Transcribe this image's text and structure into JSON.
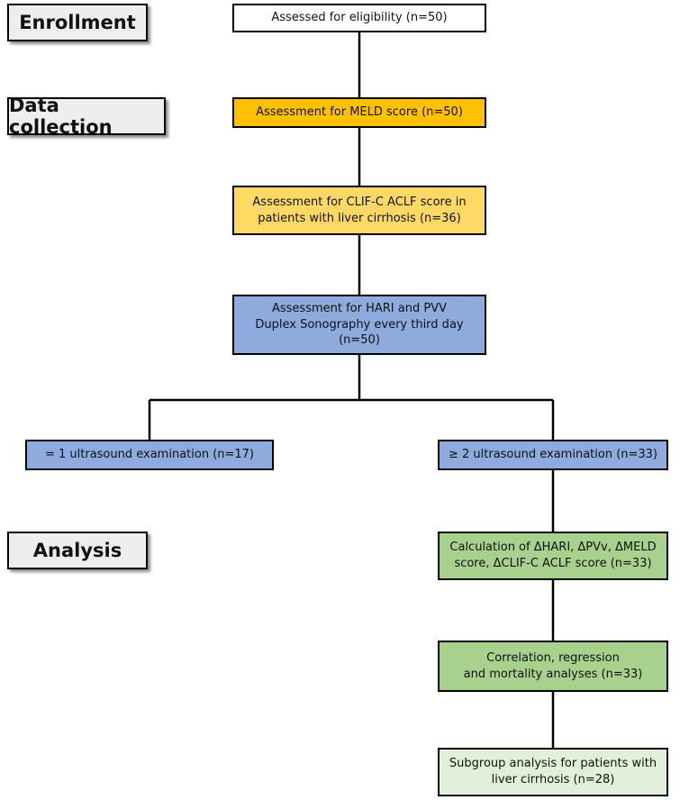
{
  "colors": {
    "white": "#ffffff",
    "orange": "#ffc000",
    "yellow": "#ffd966",
    "blue": "#8faadc",
    "green": "#a9d18e",
    "light_green": "#e2f0d9",
    "stage_gray": "#eeeeee"
  },
  "stages": {
    "enrollment": "Enrollment",
    "data_collection": "Data collection",
    "analysis": "Analysis"
  },
  "boxes": {
    "eligibility": "Assessed for eligibility (n=50)",
    "meld": "Assessment for MELD score (n=50)",
    "clif": "Assessment for CLIF-C ACLF score in\npatients with liver cirrhosis (n=36)",
    "hari_pvv": "Assessment for HARI and PVV\nDuplex Sonography every third day\n(n=50)",
    "one_exam": "= 1 ultrasound examination (n=17)",
    "two_exam": "≥ 2 ultrasound examination (n=33)",
    "calculation": "Calculation of ΔHARI, ΔPVv, ΔMELD\nscore, ΔCLIF-C ACLF score (n=33)",
    "correlation": "Correlation, regression\nand mortality analyses (n=33)",
    "subgroup": "Subgroup analysis for patients with\nliver cirrhosis (n=28)"
  }
}
